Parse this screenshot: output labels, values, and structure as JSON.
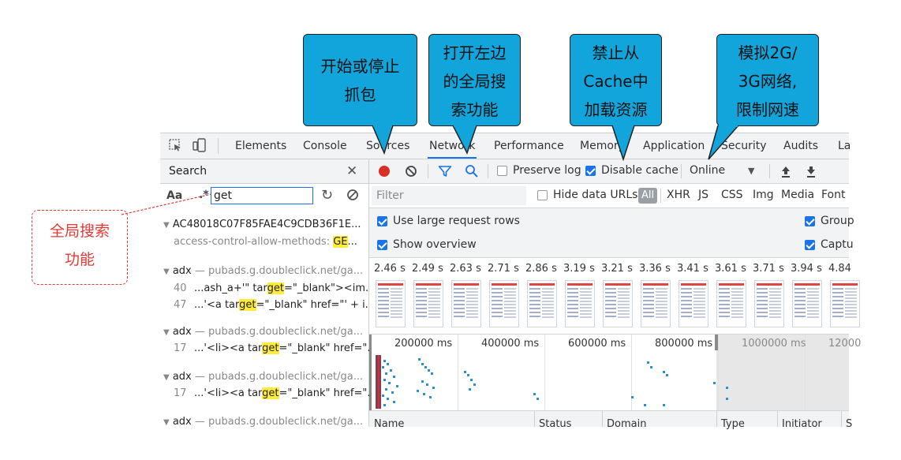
{
  "tabs": [
    "Elements",
    "Console",
    "Sources",
    "Network",
    "Performance",
    "Memory",
    "Application",
    "Security",
    "Audits",
    "La"
  ],
  "active_tab": "Network",
  "search": {
    "title": "Search",
    "aa_label": "Aa",
    "regex_label": ".*",
    "query": "get",
    "results": [
      {
        "file": "AC48018C07F85FAE4C9CDB36F1E...",
        "lines": [
          {
            "num": "",
            "pre": "access-control-allow-methods: ",
            "match": "GE",
            "post": "..."
          }
        ]
      },
      {
        "file": "adx",
        "url": "pubads.g.doubleclick.net/ga...",
        "lines": [
          {
            "num": "40",
            "pre": "...ash_a+'\" tar",
            "match": "get",
            "post": "=\"_blank\"><im..."
          },
          {
            "num": "47",
            "pre": "...'<a tar",
            "match": "get",
            "post": "=\"_blank\" href=\"' + i..."
          }
        ]
      },
      {
        "file": "adx",
        "url": "pubads.g.doubleclick.net/ga...",
        "lines": [
          {
            "num": "17",
            "pre": "...'<li><a tar",
            "match": "get",
            "post": "=\"_blank\" href=\"..."
          }
        ]
      },
      {
        "file": "adx",
        "url": "pubads.g.doubleclick.net/ga...",
        "lines": [
          {
            "num": "17",
            "pre": "...'<li><a tar",
            "match": "get",
            "post": "=\"_blank\" href=\"..."
          }
        ]
      },
      {
        "file": "adx",
        "url": "pubads.g.doubleclick.net/ga...",
        "lines": []
      }
    ]
  },
  "toolbar": {
    "preserve_log": "Preserve log",
    "preserve_log_checked": false,
    "disable_cache": "Disable cache",
    "disable_cache_checked": true,
    "throttle": "Online"
  },
  "filterbar": {
    "placeholder": "Filter",
    "hide_data_urls": "Hide data URLs",
    "types": [
      "All",
      "XHR",
      "JS",
      "CSS",
      "Img",
      "Media",
      "Font"
    ]
  },
  "settings": {
    "large_rows": "Use large request rows",
    "show_overview": "Show overview",
    "group": "Group",
    "capture": "Captu"
  },
  "filmstrip_times": [
    "2.46 s",
    "2.49 s",
    "2.63 s",
    "2.71 s",
    "2.86 s",
    "3.19 s",
    "3.21 s",
    "3.36 s",
    "3.41 s",
    "3.61 s",
    "3.71 s",
    "3.94 s",
    "4.84"
  ],
  "timeline_ticks": [
    "200000 ms",
    "400000 ms",
    "600000 ms",
    "800000 ms",
    "1000000 ms",
    "12000"
  ],
  "columns": [
    "Name",
    "Status",
    "Domain",
    "Type",
    "Initiator",
    "S"
  ],
  "callouts": {
    "record": "开始或停止\n抓包",
    "search": "打开左边\n的全局搜\n索功能",
    "cache": "禁止从\nCache中\n加载资源",
    "throttle": "模拟2G/\n3G网络,\n限制网速"
  },
  "annotation": "全局搜索\n功能",
  "colors": {
    "accent": "#1a73e8",
    "callout": "#12a5dc",
    "highlight": "#ffeb3b",
    "record": "#d93025",
    "annotation": "#e53935"
  }
}
